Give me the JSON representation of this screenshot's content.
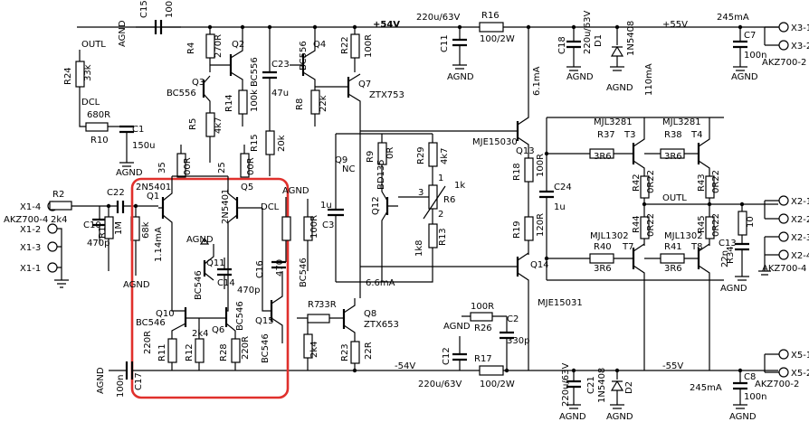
{
  "rails": {
    "pos_label": "+54V",
    "neg_label": "-54V",
    "pos55": "+55V",
    "neg55": "-55V"
  },
  "labels": [
    {
      "id": "agnd-top",
      "text": "AGND"
    },
    {
      "id": "c15",
      "text": "C15"
    },
    {
      "id": "c15v",
      "text": "100n"
    },
    {
      "id": "outl",
      "text": "OUTL"
    },
    {
      "id": "r24",
      "text": "R24"
    },
    {
      "id": "r24v",
      "text": "33k"
    },
    {
      "id": "dcl",
      "text": "DCL"
    },
    {
      "id": "r10v",
      "text": "680R"
    },
    {
      "id": "r10",
      "text": "R10"
    },
    {
      "id": "c1",
      "text": "C1"
    },
    {
      "id": "c1v",
      "text": "150u"
    },
    {
      "id": "agnd-c1",
      "text": "AGND"
    },
    {
      "id": "r4",
      "text": "R4"
    },
    {
      "id": "r4v",
      "text": "270R"
    },
    {
      "id": "q2",
      "text": "Q2"
    },
    {
      "id": "q2t",
      "text": "BC556"
    },
    {
      "id": "c23",
      "text": "C23"
    },
    {
      "id": "c23v",
      "text": "47u"
    },
    {
      "id": "q4t",
      "text": "BC556"
    },
    {
      "id": "q4",
      "text": "Q4"
    },
    {
      "id": "r22",
      "text": "R22"
    },
    {
      "id": "r22v",
      "text": "100R"
    },
    {
      "id": "q3",
      "text": "Q3"
    },
    {
      "id": "q3t",
      "text": "BC556"
    },
    {
      "id": "r14",
      "text": "R14"
    },
    {
      "id": "r14v",
      "text": "100k"
    },
    {
      "id": "r8",
      "text": "R8"
    },
    {
      "id": "r8v",
      "text": "22k"
    },
    {
      "id": "q7",
      "text": "Q7"
    },
    {
      "id": "q7t",
      "text": "ZTX753"
    },
    {
      "id": "r5",
      "text": "R5"
    },
    {
      "id": "r5v",
      "text": "4k7"
    },
    {
      "id": "r15",
      "text": "R15"
    },
    {
      "id": "r15v",
      "text": "20k"
    },
    {
      "id": "c11",
      "text": "C11"
    },
    {
      "id": "c11v",
      "text": "220u/63V"
    },
    {
      "id": "r16",
      "text": "R16"
    },
    {
      "id": "r16v",
      "text": "100/2W"
    },
    {
      "id": "agnd-c11",
      "text": "AGND"
    },
    {
      "id": "i61",
      "text": "6.1mA"
    },
    {
      "id": "c18",
      "text": "C18"
    },
    {
      "id": "c18v",
      "text": "220u/63V"
    },
    {
      "id": "d1",
      "text": "D1"
    },
    {
      "id": "d1t",
      "text": "1N5408"
    },
    {
      "id": "agnd-c18",
      "text": "AGND"
    },
    {
      "id": "agnd-d1",
      "text": "AGND"
    },
    {
      "id": "i110",
      "text": "110mA"
    },
    {
      "id": "i245t",
      "text": "245mA"
    },
    {
      "id": "c7",
      "text": "C7"
    },
    {
      "id": "c7v",
      "text": "100n"
    },
    {
      "id": "agnd-c7",
      "text": "AGND"
    },
    {
      "id": "x31",
      "text": "X3-1"
    },
    {
      "id": "x32",
      "text": "X3-2"
    },
    {
      "id": "akz3",
      "text": "AKZ700-2"
    },
    {
      "id": "q13t",
      "text": "MJE15030"
    },
    {
      "id": "q13",
      "text": "Q13"
    },
    {
      "id": "mjl3281a",
      "text": "MJL3281"
    },
    {
      "id": "mjl3281b",
      "text": "MJL3281"
    },
    {
      "id": "r37",
      "text": "R37"
    },
    {
      "id": "r37v",
      "text": "3R6"
    },
    {
      "id": "t3",
      "text": "T3"
    },
    {
      "id": "r38",
      "text": "R38"
    },
    {
      "id": "r38v",
      "text": "3R6"
    },
    {
      "id": "t4",
      "text": "T4"
    },
    {
      "id": "r18",
      "text": "R18"
    },
    {
      "id": "r18v",
      "text": "100R"
    },
    {
      "id": "c24",
      "text": "C24"
    },
    {
      "id": "c24v",
      "text": "1u"
    },
    {
      "id": "r19",
      "text": "R19"
    },
    {
      "id": "r19v",
      "text": "120R"
    },
    {
      "id": "r42",
      "text": "R42"
    },
    {
      "id": "r42v",
      "text": "0R22"
    },
    {
      "id": "r43",
      "text": "R43"
    },
    {
      "id": "r43v",
      "text": "0R22"
    },
    {
      "id": "outlr",
      "text": "OUTL"
    },
    {
      "id": "r44",
      "text": "R44"
    },
    {
      "id": "r44v",
      "text": "0R22"
    },
    {
      "id": "r45",
      "text": "R45"
    },
    {
      "id": "r45v",
      "text": "0R22"
    },
    {
      "id": "r34",
      "text": "R34"
    },
    {
      "id": "r34v",
      "text": "10"
    },
    {
      "id": "c13",
      "text": "C13"
    },
    {
      "id": "c13v",
      "text": "22n"
    },
    {
      "id": "agnd-c13",
      "text": "AGND"
    },
    {
      "id": "x21",
      "text": "X2-1"
    },
    {
      "id": "x22",
      "text": "X2-2"
    },
    {
      "id": "x23",
      "text": "X2-3"
    },
    {
      "id": "x24",
      "text": "X2-4"
    },
    {
      "id": "akz2",
      "text": "AKZ700-4"
    },
    {
      "id": "mjl1302a",
      "text": "MJL1302"
    },
    {
      "id": "mjl1302b",
      "text": "MJL1302"
    },
    {
      "id": "r40",
      "text": "R40"
    },
    {
      "id": "r40v",
      "text": "3R6"
    },
    {
      "id": "t7",
      "text": "T7"
    },
    {
      "id": "r41",
      "text": "R41"
    },
    {
      "id": "r41v",
      "text": "3R6"
    },
    {
      "id": "t8",
      "text": "T8"
    },
    {
      "id": "q14",
      "text": "Q14"
    },
    {
      "id": "q14t",
      "text": "MJE15031"
    },
    {
      "id": "q9",
      "text": "Q9"
    },
    {
      "id": "q9t",
      "text": "NC"
    },
    {
      "id": "r9",
      "text": "R9"
    },
    {
      "id": "r9v",
      "text": "0R"
    },
    {
      "id": "bd135",
      "text": "BD135"
    },
    {
      "id": "r29",
      "text": "R29"
    },
    {
      "id": "r29v",
      "text": "4k7"
    },
    {
      "id": "q12",
      "text": "Q12"
    },
    {
      "id": "r6",
      "text": "R6"
    },
    {
      "id": "r6v",
      "text": "1k"
    },
    {
      "id": "p3",
      "text": "3"
    },
    {
      "id": "p2",
      "text": "2"
    },
    {
      "id": "p1",
      "text": "1"
    },
    {
      "id": "r13",
      "text": "R13"
    },
    {
      "id": "r13v",
      "text": "1k8"
    },
    {
      "id": "c3",
      "text": "C3"
    },
    {
      "id": "c3v",
      "text": "1u"
    },
    {
      "id": "i66",
      "text": "6.6mA"
    },
    {
      "id": "r7",
      "text": "R7"
    },
    {
      "id": "r7v",
      "text": "33R"
    },
    {
      "id": "q8",
      "text": "Q8"
    },
    {
      "id": "q8t",
      "text": "ZTX653"
    },
    {
      "id": "r23",
      "text": "R23"
    },
    {
      "id": "r23v",
      "text": "22R"
    },
    {
      "id": "r26v",
      "text": "100R"
    },
    {
      "id": "r26",
      "text": "R26"
    },
    {
      "id": "c2",
      "text": "C2"
    },
    {
      "id": "c2v",
      "text": "330p"
    },
    {
      "id": "agnd-mid",
      "text": "AGND"
    },
    {
      "id": "c12",
      "text": "C12"
    },
    {
      "id": "c12v",
      "text": "220u/63V"
    },
    {
      "id": "r17",
      "text": "R17"
    },
    {
      "id": "r17v",
      "text": "100/2W"
    },
    {
      "id": "c21",
      "text": "C21"
    },
    {
      "id": "c21v",
      "text": "220u/63V"
    },
    {
      "id": "d2t",
      "text": "1N5408"
    },
    {
      "id": "d2",
      "text": "D2"
    },
    {
      "id": "i245b",
      "text": "245mA"
    },
    {
      "id": "c8",
      "text": "C8"
    },
    {
      "id": "c8v",
      "text": "100n"
    },
    {
      "id": "x51",
      "text": "X5-1"
    },
    {
      "id": "x52",
      "text": "X5-2"
    },
    {
      "id": "akz5",
      "text": "AKZ700-2"
    },
    {
      "id": "agnd-b1",
      "text": "AGND"
    },
    {
      "id": "agnd-b2",
      "text": "AGND"
    },
    {
      "id": "agnd-b3",
      "text": "AGND"
    },
    {
      "id": "c17",
      "text": "C17"
    },
    {
      "id": "c17v",
      "text": "100n"
    },
    {
      "id": "agnd-c17",
      "text": "AGND"
    },
    {
      "id": "x14",
      "text": "X1-4"
    },
    {
      "id": "akz1",
      "text": "AKZ700-4"
    },
    {
      "id": "x12",
      "text": "X1-2"
    },
    {
      "id": "x13",
      "text": "X1-3"
    },
    {
      "id": "x11",
      "text": "X1-1"
    },
    {
      "id": "r2",
      "text": "R2"
    },
    {
      "id": "r2v",
      "text": "2k4"
    },
    {
      "id": "c22",
      "text": "C22"
    },
    {
      "id": "c10",
      "text": "C10"
    },
    {
      "id": "c10v",
      "text": "470p"
    },
    {
      "id": "r1",
      "text": "R1"
    },
    {
      "id": "r1v",
      "text": "1M"
    },
    {
      "id": "agnd-in",
      "text": "AGND"
    },
    {
      "id": "r3v",
      "text": "68k"
    },
    {
      "id": "q1",
      "text": "Q1"
    },
    {
      "id": "q1t",
      "text": "2N5401"
    },
    {
      "id": "q5",
      "text": "Q5"
    },
    {
      "id": "q5t",
      "text": "2N5401"
    },
    {
      "id": "dcl2",
      "text": "DCL"
    },
    {
      "id": "i114",
      "text": "1.14mA"
    },
    {
      "id": "agnd-q11",
      "text": "AGND"
    },
    {
      "id": "q11",
      "text": "Q11"
    },
    {
      "id": "c14",
      "text": "C14"
    },
    {
      "id": "c14v",
      "text": "470p"
    },
    {
      "id": "bc546a",
      "text": "BC546"
    },
    {
      "id": "q10",
      "text": "Q10"
    },
    {
      "id": "bc546b",
      "text": "BC546"
    },
    {
      "id": "q6",
      "text": "Q6"
    },
    {
      "id": "bc546c",
      "text": "BC546"
    },
    {
      "id": "bc546d",
      "text": "BC546"
    },
    {
      "id": "q15",
      "text": "Q15"
    },
    {
      "id": "r11",
      "text": "R11"
    },
    {
      "id": "r11v",
      "text": "220R"
    },
    {
      "id": "r12",
      "text": "R12"
    },
    {
      "id": "r12v",
      "text": "2k4"
    },
    {
      "id": "r28",
      "text": "R28"
    },
    {
      "id": "r28v",
      "text": "220R"
    },
    {
      "id": "r35v",
      "text": "35"
    },
    {
      "id": "r00a",
      "text": "00R"
    },
    {
      "id": "r25v",
      "text": "25"
    },
    {
      "id": "r00b",
      "text": "00R"
    },
    {
      "id": "c16",
      "text": "C16"
    },
    {
      "id": "c16v",
      "text": "470"
    },
    {
      "id": "bc546e",
      "text": "BC546"
    },
    {
      "id": "r2k4",
      "text": "2k4"
    },
    {
      "id": "r100",
      "text": "100R"
    },
    {
      "id": "agnd-q15",
      "text": "AGND"
    }
  ]
}
